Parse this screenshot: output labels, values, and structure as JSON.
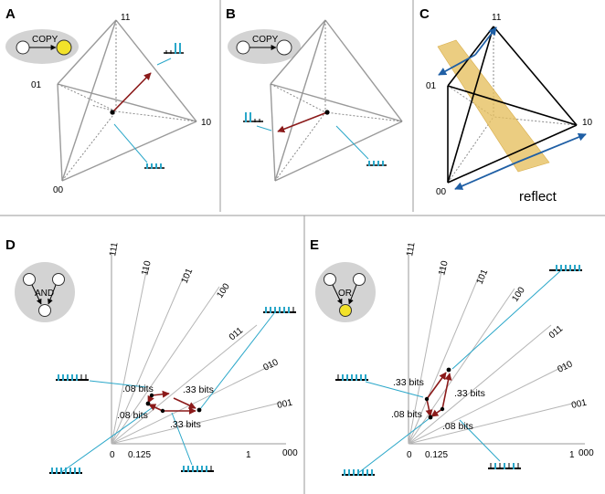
{
  "panels": {
    "A": {
      "letter": "A",
      "gate": "COPY",
      "vertices": {
        "v11": "11",
        "v01": "01",
        "v10": "10",
        "v00": "00"
      }
    },
    "B": {
      "letter": "B",
      "gate": "COPY"
    },
    "C": {
      "letter": "C",
      "vertices": {
        "v11": "11",
        "v01": "01",
        "v10": "10",
        "v00": "00"
      },
      "operation": "reflect"
    },
    "D": {
      "letter": "D",
      "gate": "AND",
      "axes": [
        "111",
        "110",
        "101",
        "100",
        "011",
        "010",
        "001",
        "000"
      ],
      "ticks": {
        "zero": "0",
        "eighth": "0.125",
        "one": "1"
      },
      "bits": {
        "top": ".08 bits",
        "left": ".08 bits",
        "right": ".33 bits",
        "bottom": ".33 bits"
      }
    },
    "E": {
      "letter": "E",
      "gate": "OR",
      "axes": [
        "111",
        "110",
        "101",
        "100",
        "011",
        "010",
        "001",
        "000"
      ],
      "ticks": {
        "zero": "0",
        "eighth": "0.125",
        "one": "1"
      },
      "bits": {
        "top": ".33 bits",
        "left": ".08 bits",
        "right": ".33 bits",
        "bottom": ".08 bits"
      }
    }
  },
  "colors": {
    "highlight_node": "#f2e22a",
    "arrow": "#8b1a1a",
    "leader": "#2aa7c9",
    "reflect_plane": "#e6bf5e",
    "reflect_arrow": "#1f5fa5",
    "gate_oval": "#d3d3d3"
  }
}
